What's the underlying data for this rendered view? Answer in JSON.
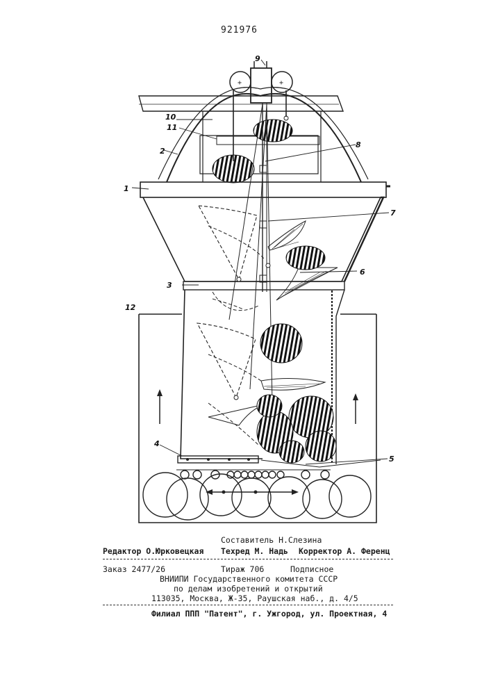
{
  "document": {
    "patent_number": "921976",
    "figure_labels": {
      "l1": "1",
      "l2": "2",
      "l3": "3",
      "l4": "4",
      "l5": "5",
      "l6": "6",
      "l7": "7",
      "l8": "8",
      "l9": "9",
      "l10": "10",
      "l11": "11",
      "l12": "12"
    },
    "imprint": {
      "compiler": "Составитель Н.Слезина",
      "editor": "Редактор О.Юрковецкая",
      "techred": "Техред М. Надь",
      "corrector": "Корректор А. Ференц",
      "order": "Заказ 2477/26",
      "circulation": "Тираж 706",
      "subscription": "Подписное",
      "org1": "ВНИИПИ Государственного комитета СССР",
      "org2": "по делам изобретений и открытий",
      "address": "113035, Москва, Ж-35, Раушская наб., д. 4/5",
      "branch": "Филиал ППП \"Патент\", г. Ужгород, ул. Проектная, 4"
    }
  }
}
